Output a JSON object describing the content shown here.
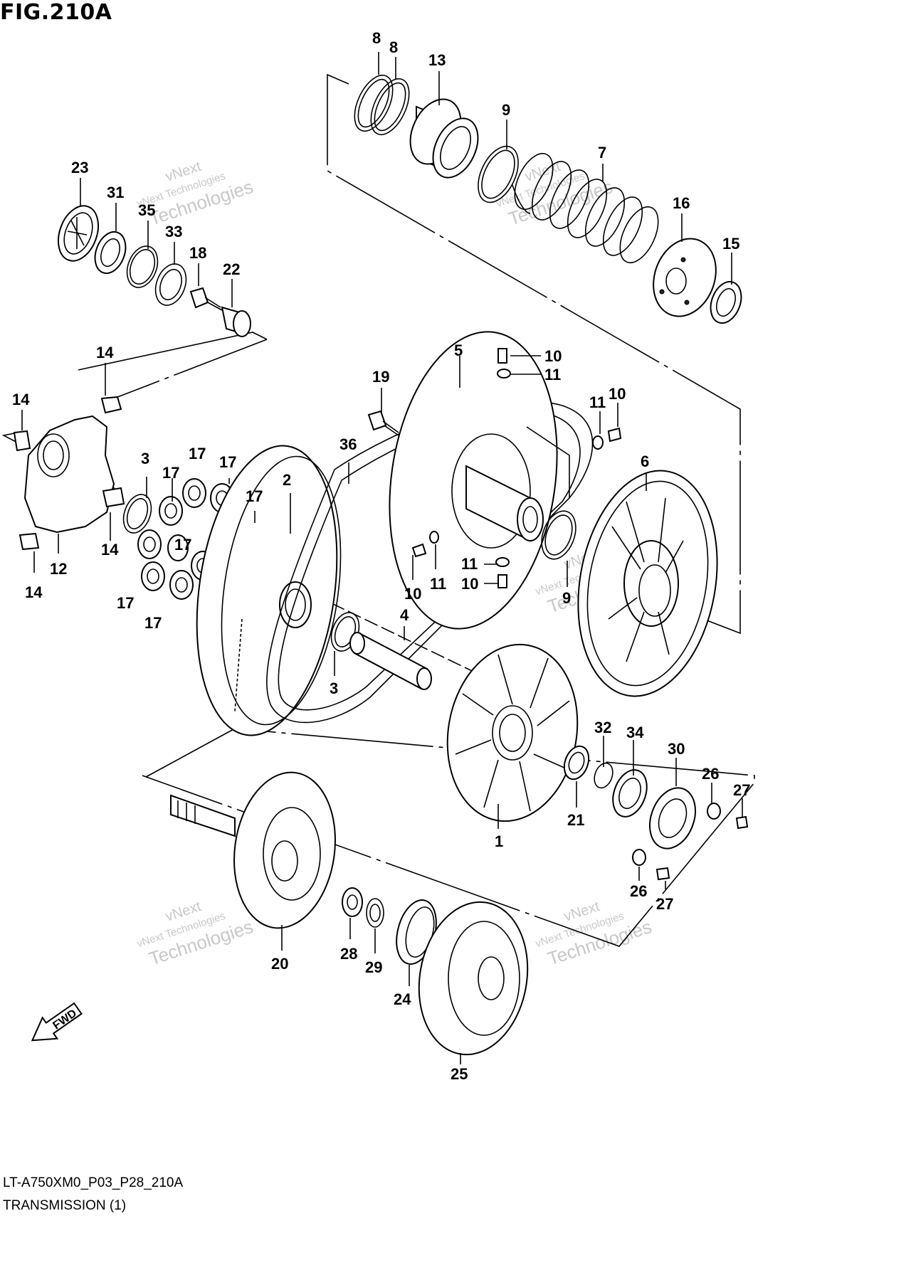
{
  "figure": {
    "title": "FIG.210A",
    "code": "LT-A750XM0_P03_P28_210A",
    "name": "TRANSMISSION (1)",
    "fwd_label": "FWD"
  },
  "watermark": {
    "line1": "vNext",
    "line2": "vNext Technologies",
    "line3": "Technologies"
  },
  "callouts": [
    "8",
    "8",
    "13",
    "9",
    "7",
    "16",
    "15",
    "23",
    "31",
    "35",
    "33",
    "18",
    "22",
    "14",
    "14",
    "14",
    "14",
    "19",
    "5",
    "10",
    "11",
    "11",
    "10",
    "36",
    "6",
    "3",
    "17",
    "17",
    "17",
    "17",
    "2",
    "17",
    "17",
    "17",
    "12",
    "11",
    "10",
    "11",
    "10",
    "9",
    "4",
    "3",
    "1",
    "32",
    "34",
    "30",
    "26",
    "27",
    "21",
    "26",
    "27",
    "20",
    "28",
    "29",
    "24",
    "25"
  ]
}
